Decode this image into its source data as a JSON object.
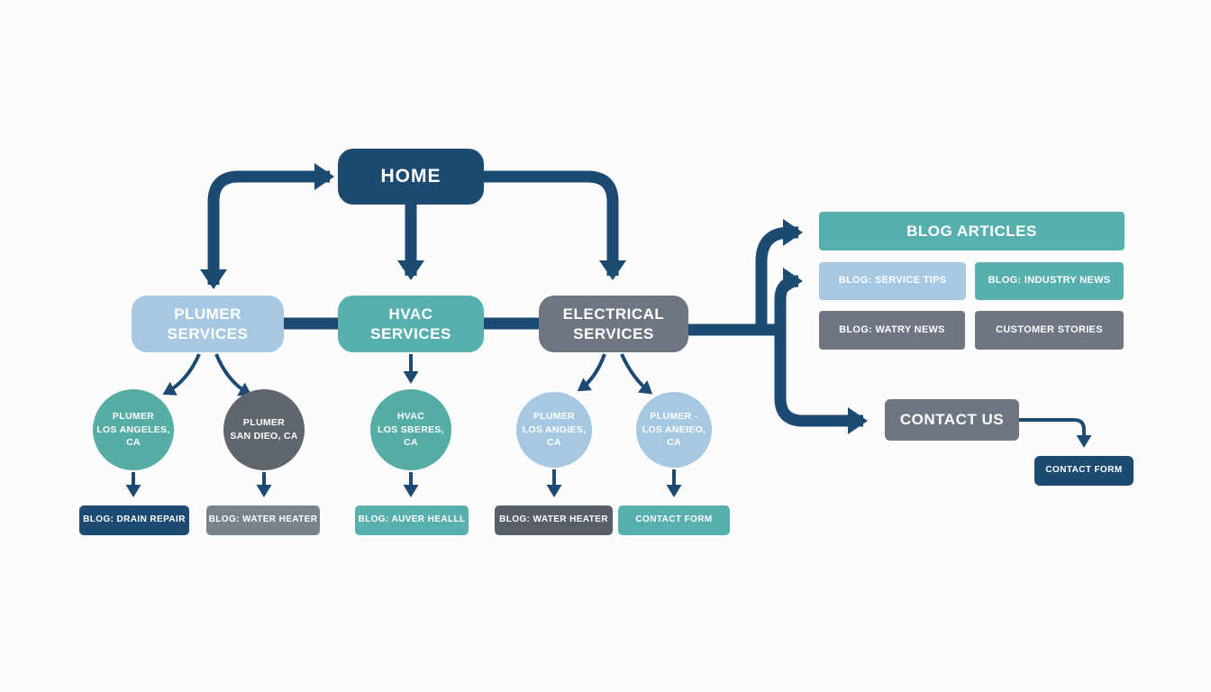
{
  "colors": {
    "navy": "#1d4a73",
    "teal": "#57b0ae",
    "light_blue": "#a6c8e3",
    "gray": "#6d7681",
    "dark_gray": "#575e66",
    "mid_gray": "#7b838a",
    "circle_teal": "#55ada6",
    "circle_gray": "#5f666e",
    "arrow": "#1d4a73"
  },
  "nodes": {
    "home": {
      "label": "HOME"
    },
    "plumber_services": {
      "line1": "PLUMER",
      "line2": "SERVICES"
    },
    "hvac_services": {
      "line1": "HVAC",
      "line2": "SERVICES"
    },
    "electrical_services": {
      "line1": "ELECTRICAL",
      "line2": "SERVICES"
    },
    "circle_plumber_la": {
      "line1": "PLUMER",
      "line2": "LOS ANGELES, CA"
    },
    "circle_plumber_sd": {
      "line1": "PLUMER",
      "line2": "SAN DIEO, CA"
    },
    "circle_hvac": {
      "line1": "HVAC",
      "line2": "LOS SBERES, CA"
    },
    "circle_plumber_2": {
      "line1": "PLUMER",
      "line2": "LOS ANGIES, CA"
    },
    "circle_plumber_3": {
      "line1": "PLUMER -",
      "line2": "LOS ANEIEO, CA"
    },
    "blog_drain_repair": {
      "label": "BLOG: DRAIN REPAIR"
    },
    "blog_water_heater_1": {
      "label": "BLOG: WATER HEATER"
    },
    "blog_auver_healll": {
      "label": "BLOG: AUVER HEALLL"
    },
    "blog_water_heater_2": {
      "label": "BLOG: WATER HEATER"
    },
    "contact_form_left": {
      "label": "CONTACT FORM"
    },
    "blog_articles": {
      "label": "BLOG ARTICLES"
    },
    "blog_service_tips": {
      "label": "BLOG: SERVICE TIPS"
    },
    "blog_industry_news": {
      "label": "BLOG: INDUSTRY NEWS"
    },
    "blog_watry_news": {
      "label": "BLOG: WATRY NEWS"
    },
    "customer_stories": {
      "label": "CUSTOMER STORIES"
    },
    "contact_us": {
      "label": "CONTACT US"
    },
    "contact_form_right": {
      "label": "CONTACT FORM"
    }
  }
}
